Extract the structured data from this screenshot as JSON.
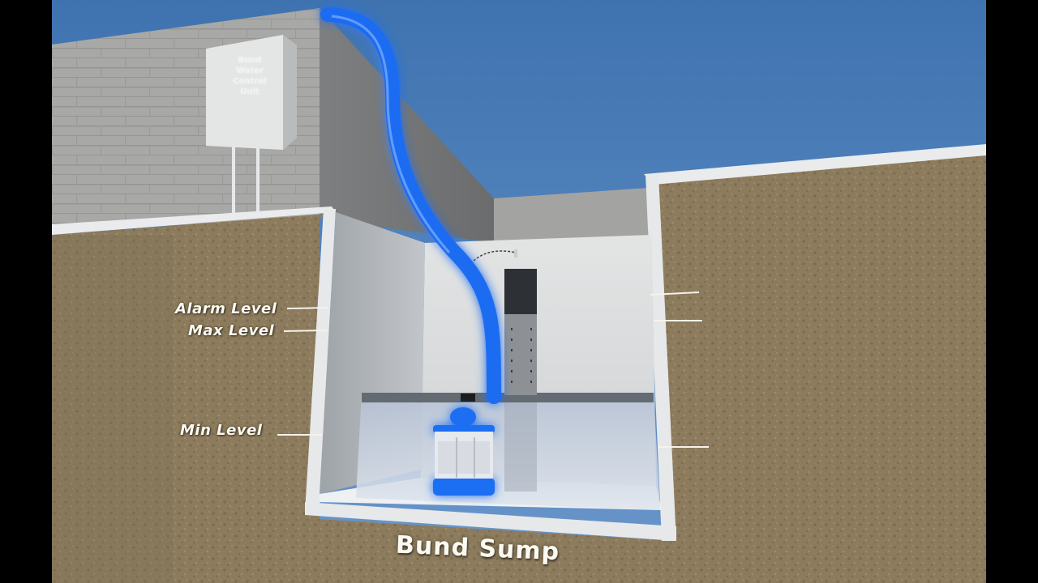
{
  "diagram": {
    "title": "Bund Sump",
    "control_unit": {
      "label_lines": [
        "Bund",
        "Water",
        "Control",
        "Unit"
      ]
    },
    "level_markers": [
      {
        "id": "alarm",
        "label": "Alarm Level"
      },
      {
        "id": "max",
        "label": "Max Level"
      },
      {
        "id": "min",
        "label": "Min Level"
      }
    ],
    "components": [
      "control-unit",
      "discharge-hose",
      "submersible-pump",
      "level-sensor-tube",
      "sump-pit",
      "water"
    ],
    "colors": {
      "sky": "#4d7fb8",
      "hose": "#1e6cf0",
      "hose_glow": "#4a8cff",
      "soil": "#8a7a5c",
      "concrete": "#dde0e3",
      "water": "#b9c6d8",
      "wall": "#a9a9a7"
    }
  }
}
